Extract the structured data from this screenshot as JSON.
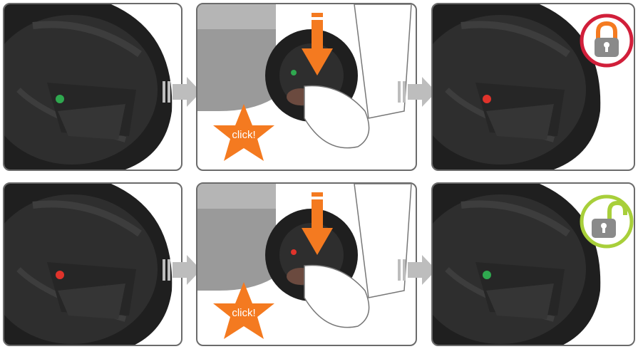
{
  "colors": {
    "panel_border": "#6b6b6b",
    "wheel": "#2e2e2e",
    "tire": "#1f1f1f",
    "led_locked": "#e0332b",
    "led_unlocked": "#2fa84f",
    "press_arrow": "#f47a20",
    "star": "#f47a20",
    "flow_arrow": "#bdbdbd",
    "lock_ring_locked": "#d11f3a",
    "lock_ring_unlocked": "#a8cf3a",
    "lock_body": "#8a8a8a"
  },
  "rows": [
    {
      "before_led": "led_unlocked",
      "press_led": "led_unlocked",
      "after_led": "led_locked",
      "lock_state": "locked",
      "lock_icon": "padlock-closed-icon",
      "star_text": "click!"
    },
    {
      "before_led": "led_locked",
      "press_led": "led_locked",
      "after_led": "led_unlocked",
      "lock_state": "unlocked",
      "lock_icon": "padlock-open-icon",
      "star_text": "click!"
    }
  ]
}
